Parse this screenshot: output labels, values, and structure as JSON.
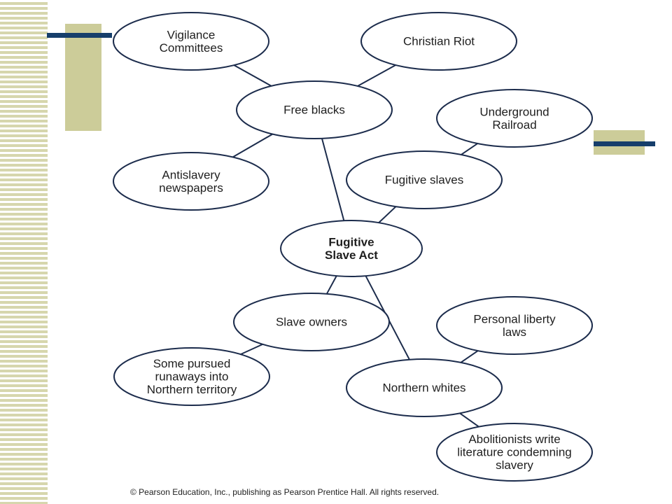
{
  "diagram": {
    "nodes": [
      {
        "id": "vigilance",
        "lines": [
          "Vigilance",
          "Committees"
        ]
      },
      {
        "id": "christian-riot",
        "lines": [
          "Christian Riot"
        ]
      },
      {
        "id": "free-blacks",
        "lines": [
          "Free blacks"
        ]
      },
      {
        "id": "underground",
        "lines": [
          "Underground",
          "Railroad"
        ]
      },
      {
        "id": "antislavery",
        "lines": [
          "Antislavery",
          "newspapers"
        ]
      },
      {
        "id": "fugitive-slaves",
        "lines": [
          "Fugitive slaves"
        ]
      },
      {
        "id": "fsa",
        "lines": [
          "Fugitive",
          "Slave Act"
        ]
      },
      {
        "id": "slave-owners",
        "lines": [
          "Slave owners"
        ]
      },
      {
        "id": "personal-liberty",
        "lines": [
          "Personal liberty",
          "laws"
        ]
      },
      {
        "id": "some-pursued",
        "lines": [
          "Some pursued",
          "runaways into",
          "Northern territory"
        ]
      },
      {
        "id": "northern-whites",
        "lines": [
          "Northern whites"
        ]
      },
      {
        "id": "abolitionists",
        "lines": [
          "Abolitionists write",
          "literature condemning",
          "slavery"
        ]
      }
    ],
    "edges": [
      [
        "vigilance",
        "free-blacks"
      ],
      [
        "christian-riot",
        "free-blacks"
      ],
      [
        "antislavery",
        "free-blacks"
      ],
      [
        "free-blacks",
        "fsa"
      ],
      [
        "underground",
        "fugitive-slaves"
      ],
      [
        "fugitive-slaves",
        "fsa"
      ],
      [
        "fsa",
        "slave-owners"
      ],
      [
        "fsa",
        "northern-whites"
      ],
      [
        "slave-owners",
        "some-pursued"
      ],
      [
        "personal-liberty",
        "northern-whites"
      ],
      [
        "northern-whites",
        "abolitionists"
      ]
    ]
  },
  "footer": {
    "copyright": "© Pearson Education, Inc., publishing as Pearson Prentice Hall.  All rights reserved."
  }
}
